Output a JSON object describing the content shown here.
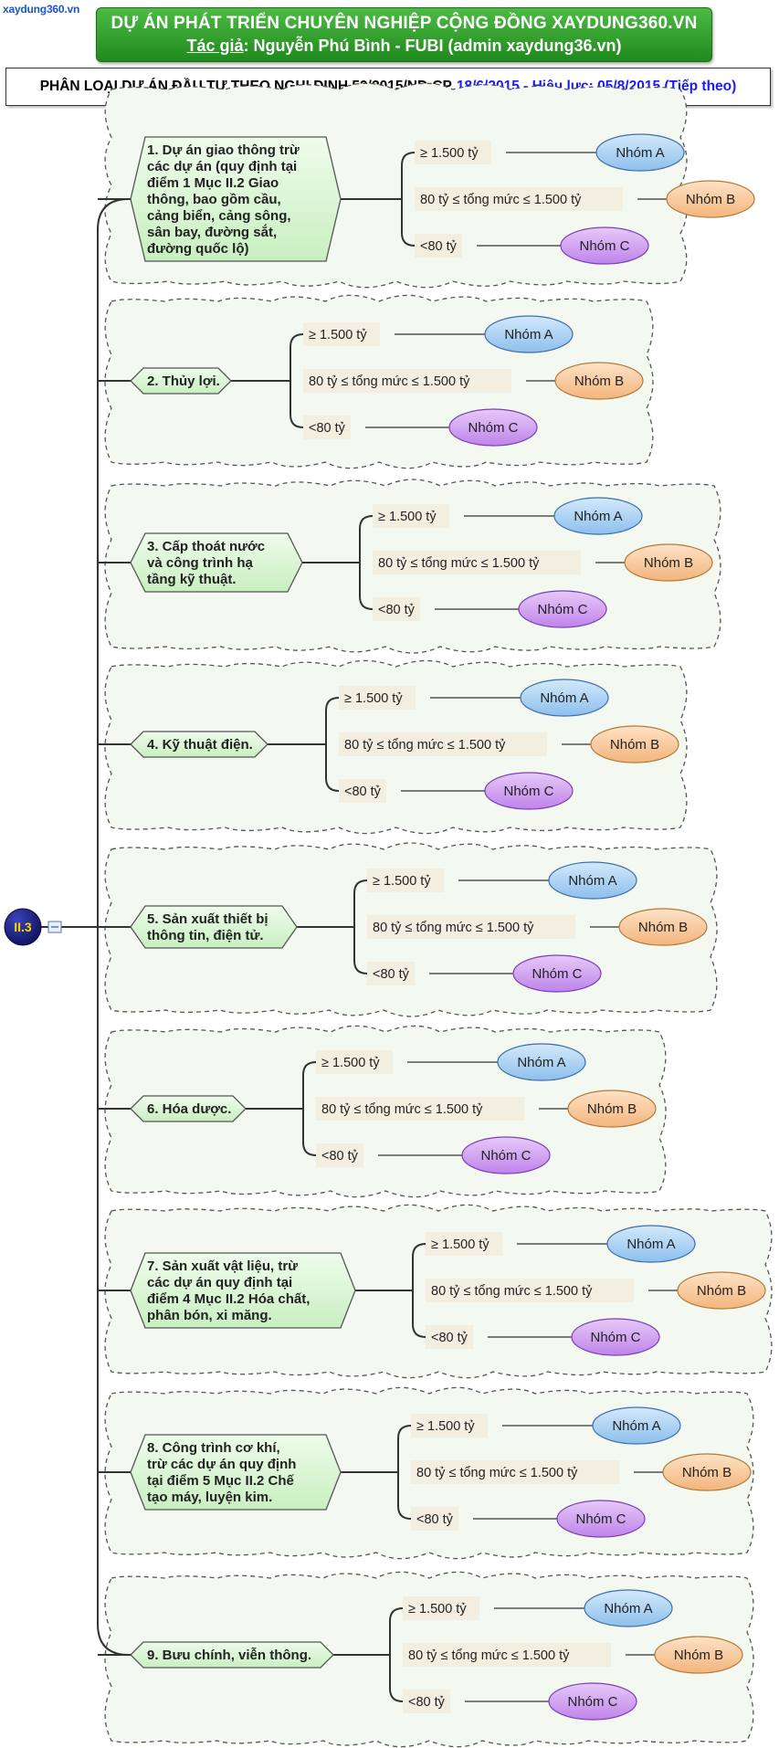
{
  "logo_text": "xaydung360.vn",
  "banner": {
    "line1": "DỰ ÁN PHÁT TRIỂN CHUYÊN NGHIỆP CỘNG ĐỒNG XAYDUNG360.VN",
    "author_label": "Tác giả",
    "author_value": ": Nguyễn Phú Bình - FUBI (admin xaydung36.vn)"
  },
  "title": {
    "main": "PHÂN LOẠI DỰ ÁN ĐẦU TƯ THEO NGHỊ ĐỊNH 59/2015/NĐ-CP",
    "dates": "18/6/2015 - Hiệu lực: 05/8/2015 (Tiếp theo)"
  },
  "root_label": "II.3",
  "colors": {
    "group_a": "#a8d0f2",
    "group_b": "#f8c89a",
    "group_c": "#cf9ff0",
    "node_fill": "#d8f5d2",
    "root": "#0e1470"
  },
  "branches": [
    {
      "label_lines": [
        "1. Dự án giao thông trừ",
        "các dự án (quy định tại",
        "điểm 1 Mục II.2 Giao",
        "thông, bao gồm cầu,",
        "cảng biển, cảng sông,",
        "sân bay, đường sắt,",
        "đường quốc lộ)"
      ],
      "thresholds": [
        "≥ 1.500 tỷ",
        "80 tỷ ≤ tổng mức ≤ 1.500 tỷ",
        "<80 tỷ"
      ],
      "groups": [
        "Nhóm A",
        "Nhóm B",
        "Nhóm C"
      ]
    },
    {
      "label_lines": [
        "2. Thủy lợi."
      ],
      "thresholds": [
        "≥ 1.500 tỷ",
        "80 tỷ ≤ tổng mức ≤ 1.500 tỷ",
        "<80 tỷ"
      ],
      "groups": [
        "Nhóm A",
        "Nhóm B",
        "Nhóm C"
      ]
    },
    {
      "label_lines": [
        "3. Cấp thoát nước",
        "và công trình hạ",
        "tầng kỹ thuật."
      ],
      "thresholds": [
        "≥ 1.500 tỷ",
        "80 tỷ ≤ tổng mức ≤ 1.500 tỷ",
        "<80 tỷ"
      ],
      "groups": [
        "Nhóm A",
        "Nhóm B",
        "Nhóm C"
      ]
    },
    {
      "label_lines": [
        "4. Kỹ thuật điện."
      ],
      "thresholds": [
        "≥ 1.500 tỷ",
        "80 tỷ ≤ tổng mức ≤ 1.500 tỷ",
        "<80 tỷ"
      ],
      "groups": [
        "Nhóm A",
        "Nhóm B",
        "Nhóm C"
      ]
    },
    {
      "label_lines": [
        "5. Sản xuất thiết bị",
        "thông tin, điện tử."
      ],
      "thresholds": [
        "≥ 1.500 tỷ",
        "80 tỷ ≤ tổng mức ≤ 1.500 tỷ",
        "<80 tỷ"
      ],
      "groups": [
        "Nhóm A",
        "Nhóm B",
        "Nhóm C"
      ]
    },
    {
      "label_lines": [
        "6. Hóa dược."
      ],
      "thresholds": [
        "≥ 1.500 tỷ",
        "80 tỷ ≤ tổng mức ≤ 1.500 tỷ",
        "<80 tỷ"
      ],
      "groups": [
        "Nhóm A",
        "Nhóm B",
        "Nhóm C"
      ]
    },
    {
      "label_lines": [
        "7. Sản xuất vật liệu, trừ",
        "các dự án quy định tại",
        "điểm 4 Mục II.2 Hóa chất,",
        "phân bón, xi măng."
      ],
      "thresholds": [
        "≥ 1.500 tỷ",
        "80 tỷ ≤ tổng mức ≤ 1.500 tỷ",
        "<80 tỷ"
      ],
      "groups": [
        "Nhóm A",
        "Nhóm B",
        "Nhóm C"
      ]
    },
    {
      "label_lines": [
        "8. Công trình cơ khí,",
        "trừ các dự án quy định",
        "tại điểm 5 Mục II.2 Chế",
        "tạo máy, luyện kim."
      ],
      "thresholds": [
        "≥ 1.500 tỷ",
        "80 tỷ ≤ tổng mức ≤ 1.500 tỷ",
        "<80 tỷ"
      ],
      "groups": [
        "Nhóm A",
        "Nhóm B",
        "Nhóm C"
      ]
    },
    {
      "label_lines": [
        "9. Bưu chính, viễn thông."
      ],
      "thresholds": [
        "≥ 1.500 tỷ",
        "80 tỷ ≤ tổng mức ≤ 1.500 tỷ",
        "<80 tỷ"
      ],
      "groups": [
        "Nhóm A",
        "Nhóm B",
        "Nhóm C"
      ]
    }
  ]
}
